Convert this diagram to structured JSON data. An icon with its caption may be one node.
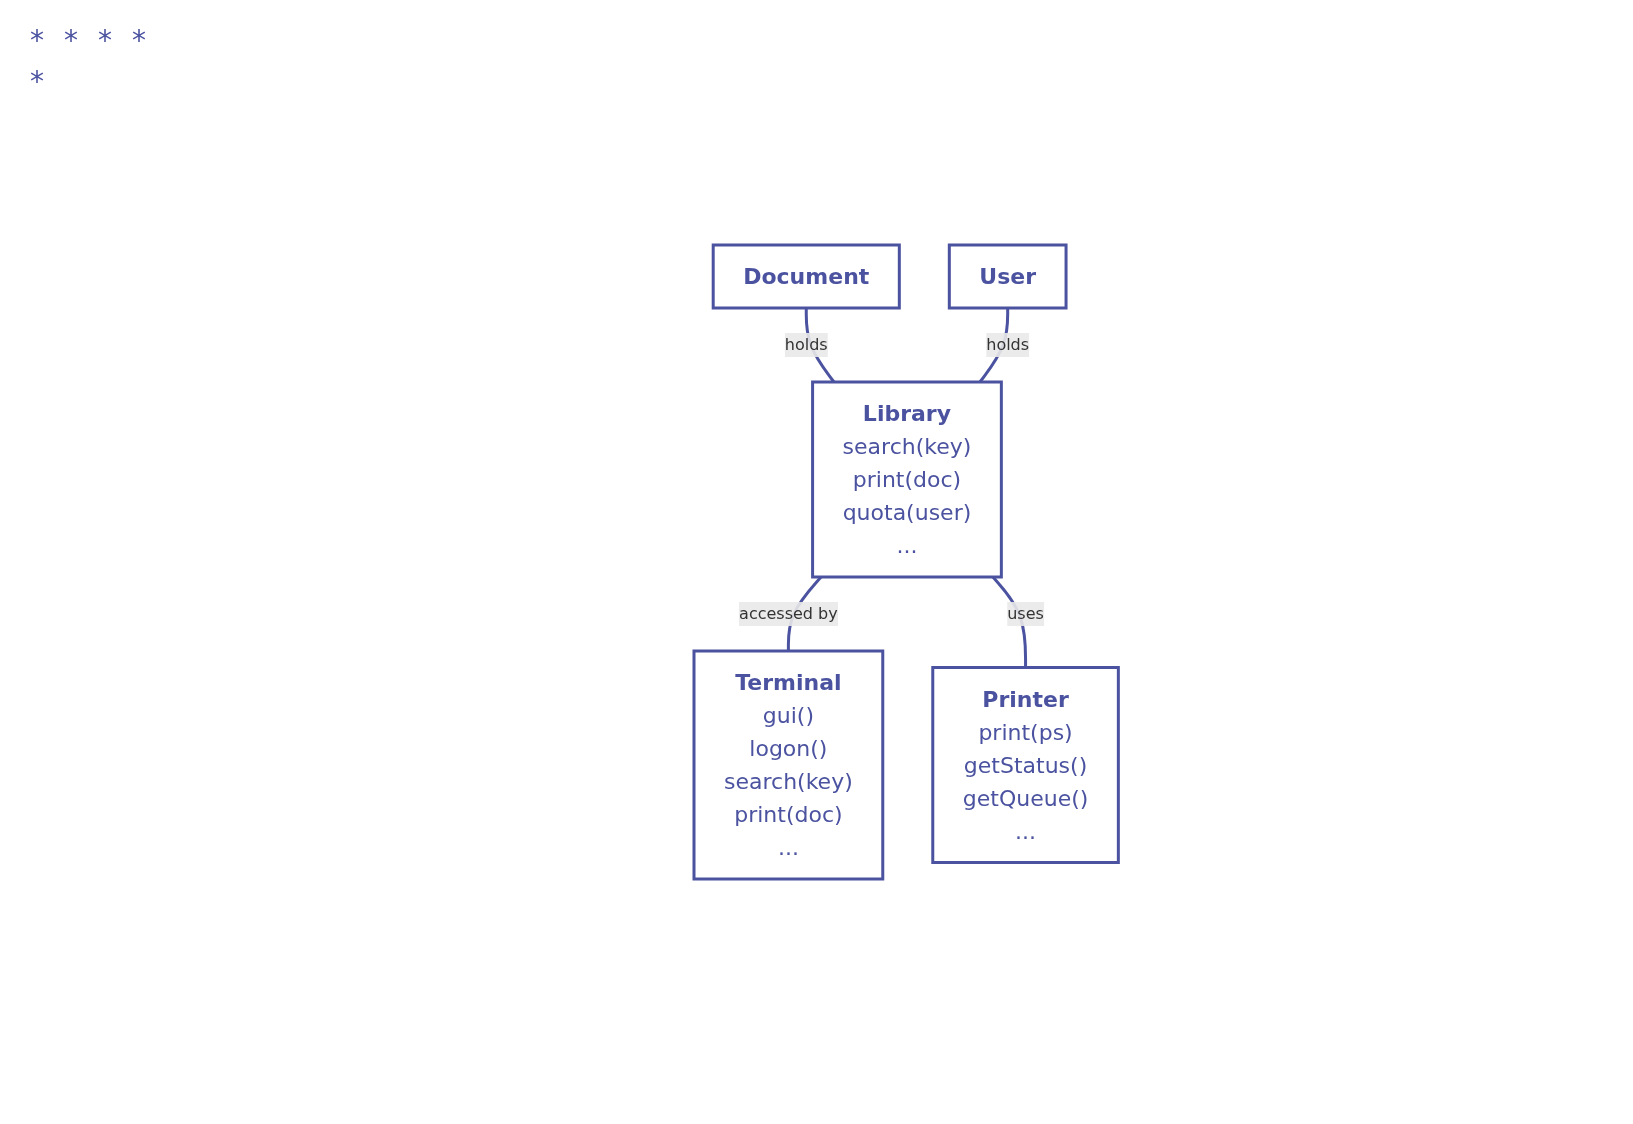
{
  "diagram": {
    "nodes": [
      {
        "text": [
          "Document"
        ]
      },
      {
        "text": [
          "User"
        ]
      },
      {
        "text": [
          "Library",
          "search(key)",
          "print(doc)",
          "quota(user)",
          "..."
        ]
      },
      {
        "text": [
          "Terminal",
          "gui()",
          "logon()",
          "search(key)",
          "print(doc)",
          "..."
        ]
      },
      {
        "text": [
          "Printer",
          "print(ps)",
          "getStatus()",
          "getQueue()",
          "..."
        ]
      }
    ],
    "edges": [
      {
        "from": 0,
        "to": 2,
        "arrow": "none",
        "label": "holds"
      },
      {
        "from": 1,
        "to": 2,
        "arrow": "none",
        "label": "holds"
      },
      {
        "from": 2,
        "to": 3,
        "arrow": "none",
        "label": "accessed by"
      },
      {
        "from": 2,
        "to": 4,
        "arrow": "none",
        "label": "uses"
      }
    ],
    "labels": [
      "*",
      "*",
      "*",
      "*",
      "*"
    ]
  }
}
